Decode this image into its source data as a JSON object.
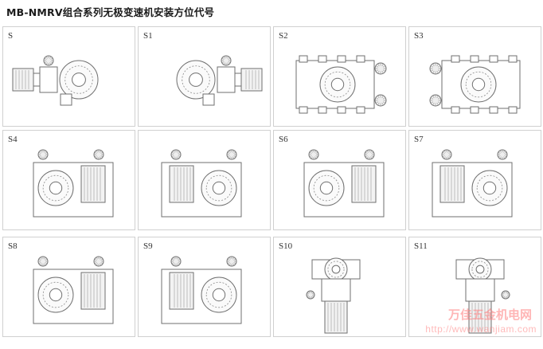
{
  "title": "MB-NMRV组合系列无极变速机安装方位代号",
  "cells": [
    {
      "code": "S"
    },
    {
      "code": "S1"
    },
    {
      "code": "S2"
    },
    {
      "code": "S3"
    },
    {
      "code": "S4"
    },
    {
      "code": ""
    },
    {
      "code": "S6"
    },
    {
      "code": "S7"
    },
    {
      "code": "S8"
    },
    {
      "code": "S9"
    },
    {
      "code": "S10"
    },
    {
      "code": "S11"
    }
  ],
  "watermark": {
    "name": "万佳五金机电网",
    "url": "http://www.wanjiam.com"
  },
  "colors": {
    "line": "#6f6f6f",
    "motor_fill": "#f3f3f3",
    "cell_border": "#d0d0d0"
  }
}
